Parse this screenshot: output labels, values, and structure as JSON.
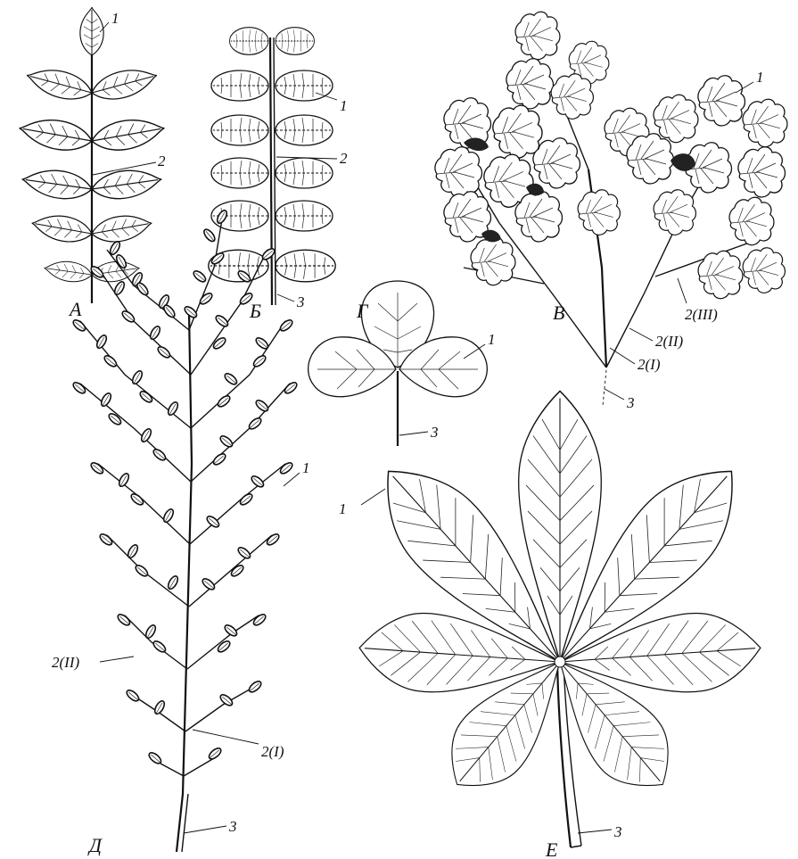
{
  "panels": {
    "A": {
      "letter": "А",
      "labels": {
        "leaflet": "1",
        "rachis": "2"
      }
    },
    "B": {
      "letter": "Б",
      "labels": {
        "leaflet": "1",
        "rachis": "2",
        "petiole": "3"
      }
    },
    "V": {
      "letter": "В",
      "labels": {
        "leaflet": "1",
        "rachis1": "2(I)",
        "rachis2": "2(II)",
        "rachis3": "2(III)",
        "petiole": "3"
      }
    },
    "G": {
      "letter": "Г",
      "labels": {
        "leaflet": "1",
        "petiole": "3"
      }
    },
    "D": {
      "letter": "Д",
      "labels": {
        "leaflet": "1",
        "rachis2": "2(II)",
        "rachis1": "2(I)",
        "petiole": "3"
      }
    },
    "E": {
      "letter": "Е",
      "labels": {
        "leaflet": "1",
        "petiole": "3"
      }
    }
  },
  "icons": {
    "A": "imparipinnate-leaf-icon",
    "B": "paripinnate-leaf-icon",
    "V": "tripinnate-leaf-icon",
    "G": "trifoliate-leaf-icon",
    "D": "bipinnate-leaf-icon",
    "E": "palmate-leaf-icon"
  }
}
